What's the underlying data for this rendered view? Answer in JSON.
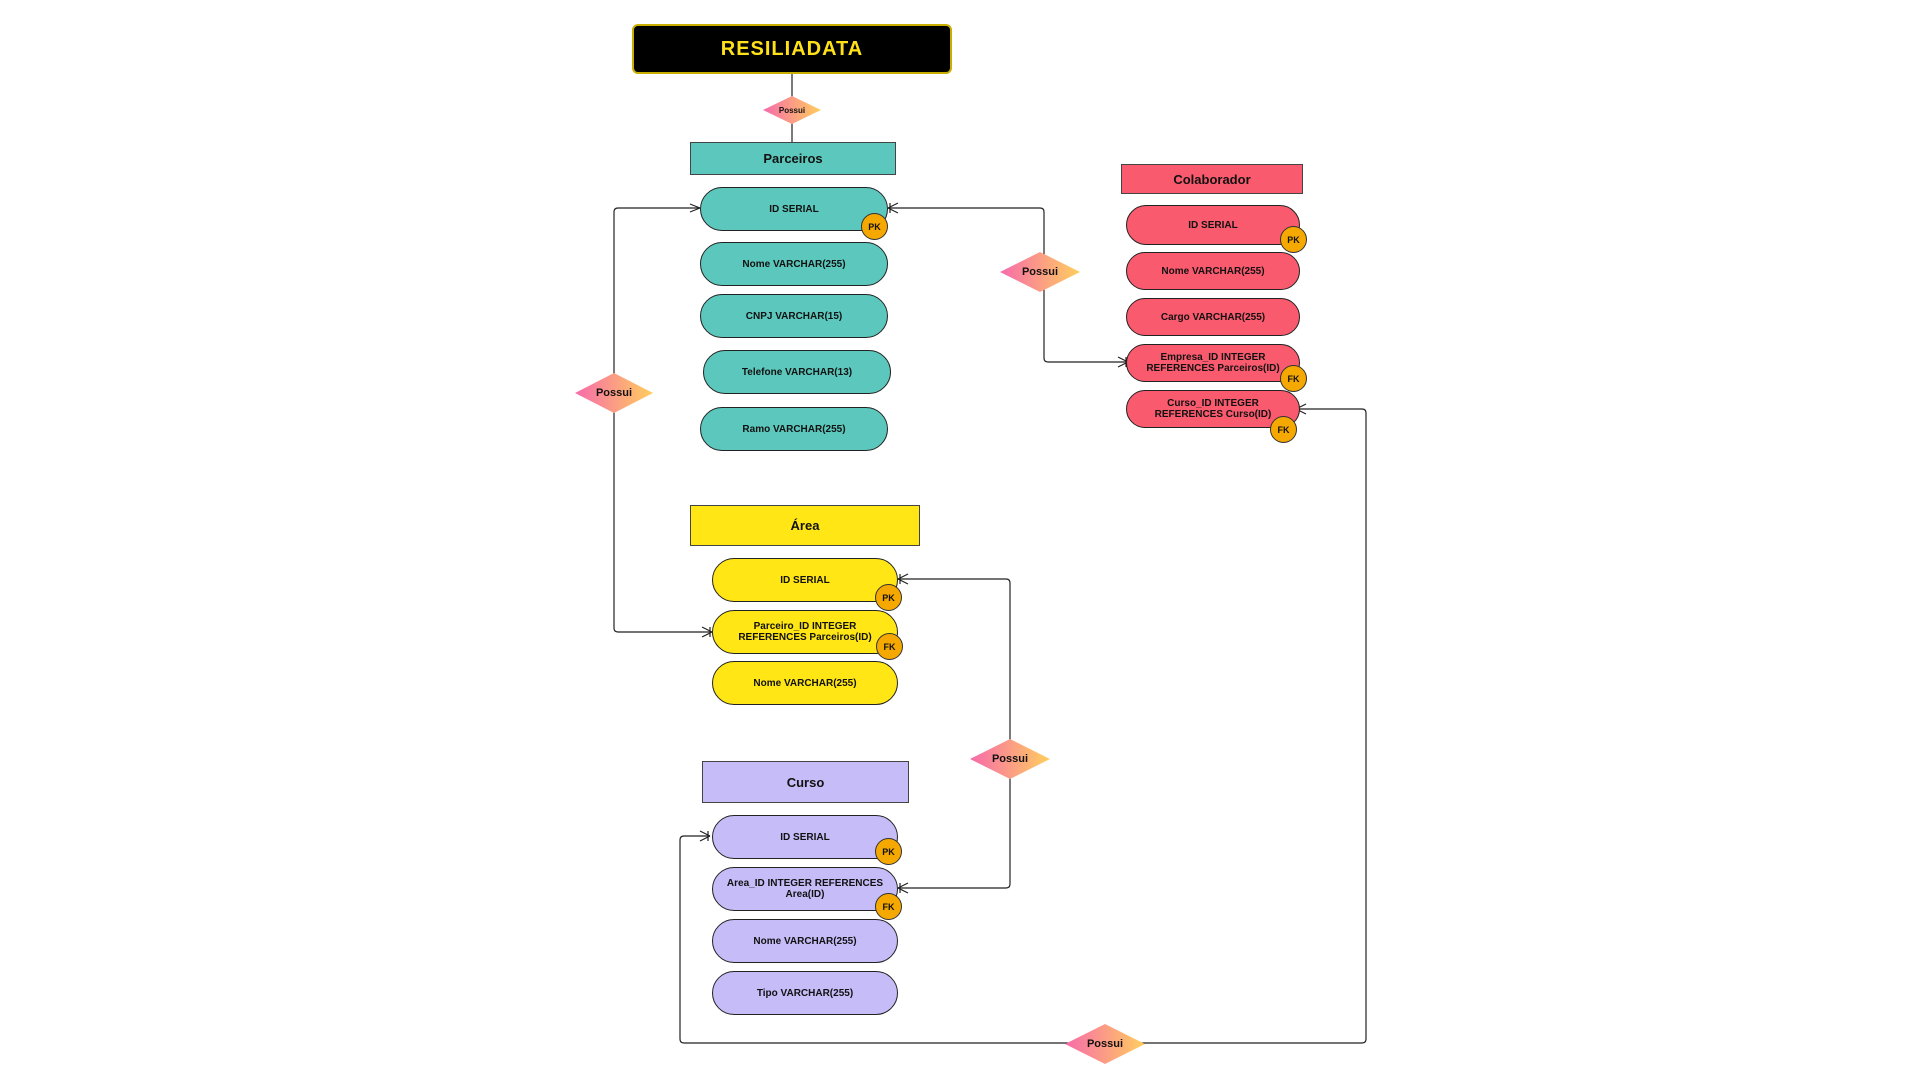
{
  "title": "RESILIADATA",
  "relationship_label": "Possui",
  "key_labels": {
    "pk": "PK",
    "fk": "FK"
  },
  "colors": {
    "teal": "#5cc8bd",
    "red": "#fa5a6e",
    "yellow": "#ffe614",
    "purple": "#c6bdf8",
    "key": "#f5a800",
    "diamond_start": "#f76bab",
    "diamond_end": "#ffce5e"
  },
  "entities": {
    "parceiros": {
      "name": "Parceiros",
      "attrs": [
        "ID SERIAL",
        "Nome VARCHAR(255)",
        "CNPJ VARCHAR(15)",
        "Telefone VARCHAR(13)",
        "Ramo VARCHAR(255)"
      ]
    },
    "colaborador": {
      "name": "Colaborador",
      "attrs": [
        "ID SERIAL",
        "Nome VARCHAR(255)",
        "Cargo VARCHAR(255)",
        "Empresa_ID INTEGER REFERENCES Parceiros(ID)",
        "Curso_ID INTEGER REFERENCES Curso(ID)"
      ]
    },
    "area": {
      "name": "Área",
      "attrs": [
        "ID SERIAL",
        "Parceiro_ID INTEGER REFERENCES Parceiros(ID)",
        "Nome VARCHAR(255)"
      ]
    },
    "curso": {
      "name": "Curso",
      "attrs": [
        "ID SERIAL",
        "Area_ID INTEGER REFERENCES Area(ID)",
        "Nome VARCHAR(255)",
        "Tipo VARCHAR(255)"
      ]
    }
  }
}
